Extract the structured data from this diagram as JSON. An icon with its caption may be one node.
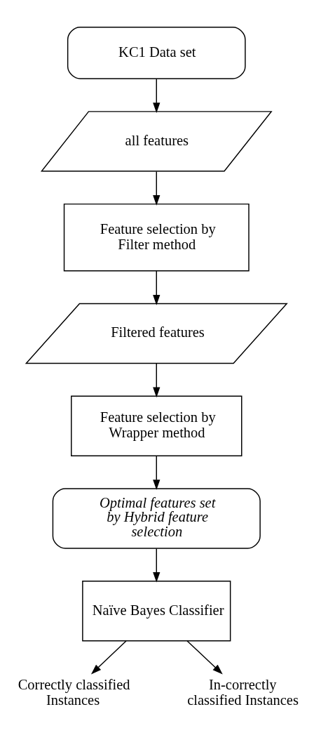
{
  "diagram": {
    "nodes": [
      {
        "text": [
          "KC1 Data set"
        ]
      },
      {
        "text": [
          "all features"
        ]
      },
      {
        "text": [
          "Feature selection by Filter method"
        ]
      },
      {
        "text": [
          "Filtered features"
        ]
      },
      {
        "text": [
          "Feature selection by Wrapper method"
        ]
      },
      {
        "text": [
          "Optimal features set by Hybrid feature selection"
        ]
      },
      {
        "text": [
          "Naïve Bayes Classifier"
        ]
      },
      {
        "text": [
          "Correctly classified Instances"
        ]
      },
      {
        "text": [
          "In-correctly classified Instances"
        ]
      }
    ],
    "edges": [
      {
        "from": 0,
        "to": 1,
        "arrow": "to"
      },
      {
        "from": 1,
        "to": 2,
        "arrow": "to"
      },
      {
        "from": 2,
        "to": 3,
        "arrow": "to"
      },
      {
        "from": 3,
        "to": 4,
        "arrow": "to"
      },
      {
        "from": 4,
        "to": 5,
        "arrow": "to"
      },
      {
        "from": 5,
        "to": 6,
        "arrow": "to"
      },
      {
        "from": 6,
        "to": 7,
        "arrow": "to"
      },
      {
        "from": 6,
        "to": 8,
        "arrow": "to"
      }
    ]
  }
}
